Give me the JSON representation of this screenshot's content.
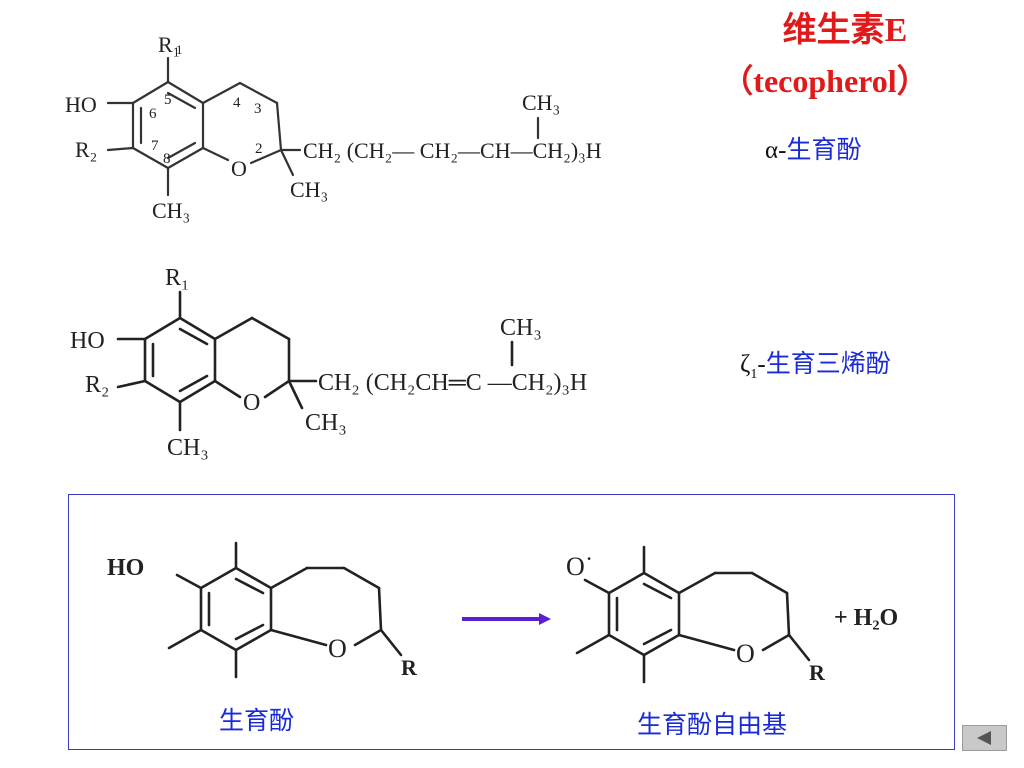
{
  "title": {
    "main": "维生素E",
    "sub": "（tecopherol）"
  },
  "structure1": {
    "label_prefix": "α-",
    "label": "生育酚",
    "substituents": {
      "r1": "R₁",
      "ho": "HO",
      "r2": "R₂",
      "ch3_bottom": "CH₃",
      "ring_o": "O",
      "side_chain": "CH₂ (CH₂— CH₂—CH—CH₂)₃H",
      "branch_ch3": "CH₃",
      "ch3_c2": "CH₃"
    },
    "numbers": [
      "1",
      "2",
      "3",
      "4",
      "5",
      "6",
      "7",
      "8"
    ]
  },
  "structure2": {
    "label_prefix": "ζ",
    "label_sub": "1",
    "label_dash": "-",
    "label": "生育三烯酚",
    "substituents": {
      "r1": "R₁",
      "ho": "HO",
      "r2": "R₂",
      "ch3_bottom": "CH₃",
      "ring_o": "O",
      "side_chain": "CH₂ (CH₂CH═C —CH₂)₃H",
      "branch_ch3": "CH₃",
      "ch3_c2": "CH₃"
    }
  },
  "reaction": {
    "reactant": {
      "ho": "HO",
      "ring_o": "O",
      "r": "R",
      "caption": "生育酚"
    },
    "product": {
      "radical_o": "O˙",
      "ring_o": "O",
      "r": "R",
      "caption": "生育酚自由基"
    },
    "water": "+ H₂O",
    "arrow_color": "#5a1fd0"
  },
  "colors": {
    "title": "#e01a1a",
    "label": "#1a2bd6",
    "box_border": "#3a3ac8"
  },
  "nav": {
    "icon": "triangle-left-icon"
  }
}
